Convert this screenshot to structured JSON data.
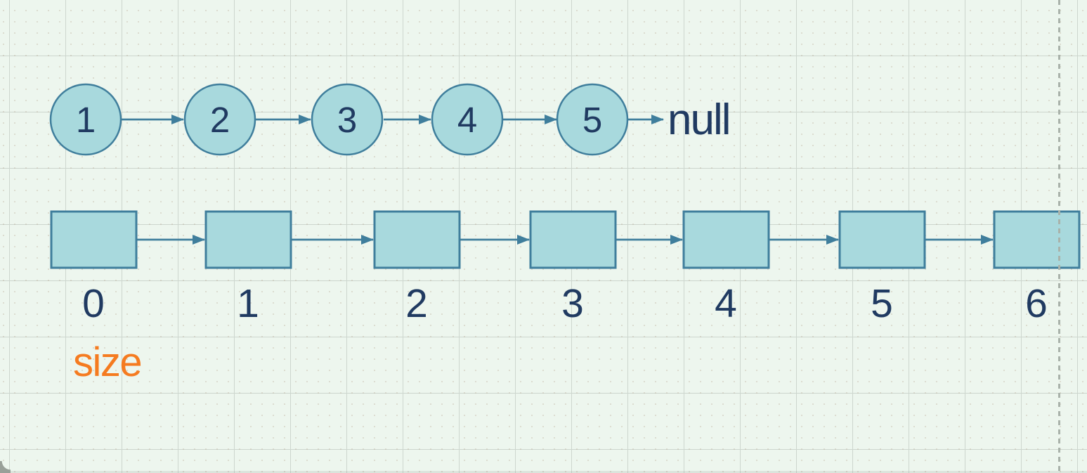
{
  "colors": {
    "canvas_background": "#edf6ee",
    "grid_major_line": "#cdd6ce",
    "shape_fill": "#a8d9dd",
    "shape_stroke": "#3f7e9c",
    "diagram_text": "#203a61",
    "size_caption": "#f57b20",
    "page_break_line": "#a9b2aa"
  },
  "linked_list": {
    "node_labels": [
      "1",
      "2",
      "3",
      "4",
      "5"
    ],
    "terminator": "null"
  },
  "size_array": {
    "index_labels": [
      "0",
      "1",
      "2",
      "3",
      "4",
      "5",
      "6"
    ],
    "caption": "size"
  }
}
